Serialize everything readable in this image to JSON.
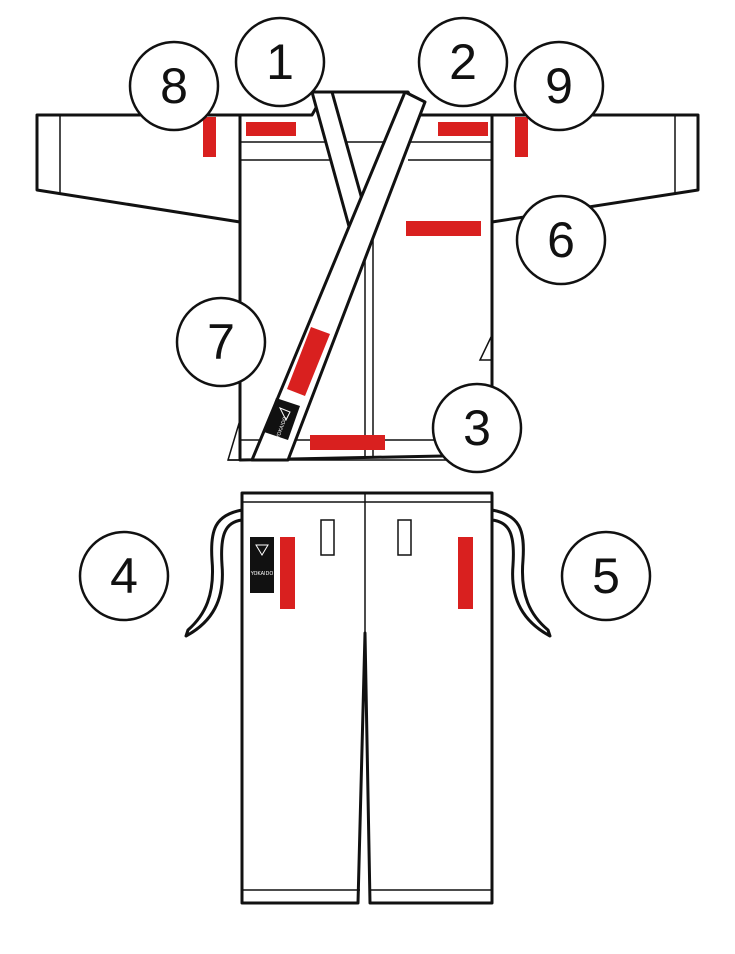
{
  "colors": {
    "patch": "#d9201f",
    "outline": "#111111",
    "garment": "#ffffff",
    "label": "#111111"
  },
  "markers": [
    {
      "id": "1",
      "text": "1"
    },
    {
      "id": "2",
      "text": "2"
    },
    {
      "id": "3",
      "text": "3"
    },
    {
      "id": "4",
      "text": "4"
    },
    {
      "id": "5",
      "text": "5"
    },
    {
      "id": "6",
      "text": "6"
    },
    {
      "id": "7",
      "text": "7"
    },
    {
      "id": "8",
      "text": "8"
    },
    {
      "id": "9",
      "text": "9"
    }
  ],
  "labels": {
    "brand": "YOKAIDO"
  },
  "icons": {
    "brand_logo": "yokaido-crest-icon"
  }
}
